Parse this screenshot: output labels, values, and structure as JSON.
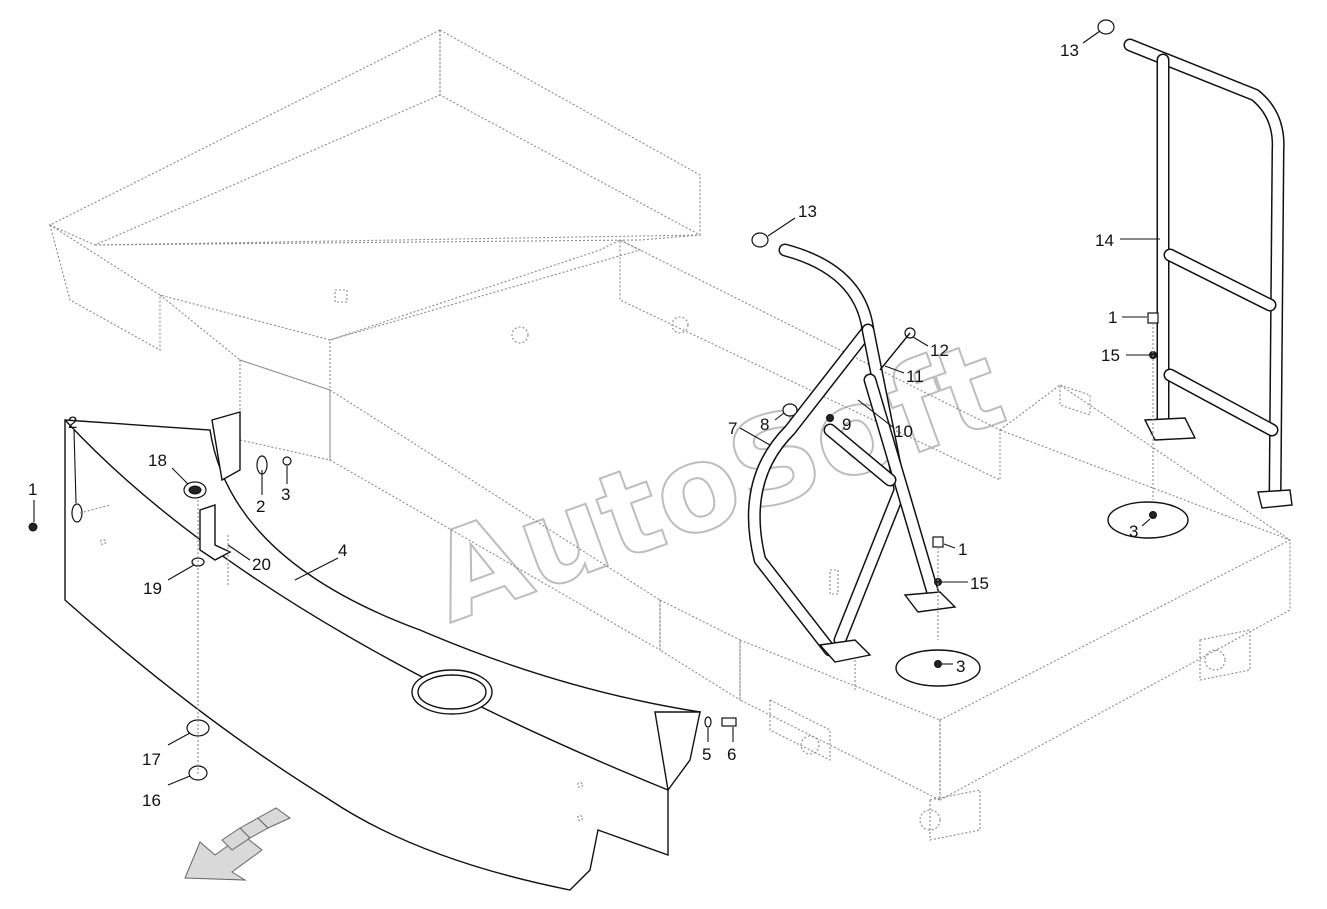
{
  "diagram": {
    "watermark": "AutoSoft",
    "callouts": [
      {
        "id": "c1a",
        "label": "1"
      },
      {
        "id": "c2a",
        "label": "2"
      },
      {
        "id": "c2b",
        "label": "2"
      },
      {
        "id": "c3a",
        "label": "3"
      },
      {
        "id": "c18",
        "label": "18"
      },
      {
        "id": "c20",
        "label": "20"
      },
      {
        "id": "c19",
        "label": "19"
      },
      {
        "id": "c4",
        "label": "4"
      },
      {
        "id": "c17",
        "label": "17"
      },
      {
        "id": "c16",
        "label": "16"
      },
      {
        "id": "c5",
        "label": "5"
      },
      {
        "id": "c6",
        "label": "6"
      },
      {
        "id": "c13a",
        "label": "13"
      },
      {
        "id": "c12",
        "label": "12"
      },
      {
        "id": "c11",
        "label": "11"
      },
      {
        "id": "c8",
        "label": "8"
      },
      {
        "id": "c9",
        "label": "9"
      },
      {
        "id": "c10",
        "label": "10"
      },
      {
        "id": "c7",
        "label": "7"
      },
      {
        "id": "c1b",
        "label": "1"
      },
      {
        "id": "c15a",
        "label": "15"
      },
      {
        "id": "c3b",
        "label": "3"
      },
      {
        "id": "c13b",
        "label": "13"
      },
      {
        "id": "c14",
        "label": "14"
      },
      {
        "id": "c1c",
        "label": "1"
      },
      {
        "id": "c15b",
        "label": "15"
      },
      {
        "id": "c3c",
        "label": "3"
      }
    ]
  }
}
